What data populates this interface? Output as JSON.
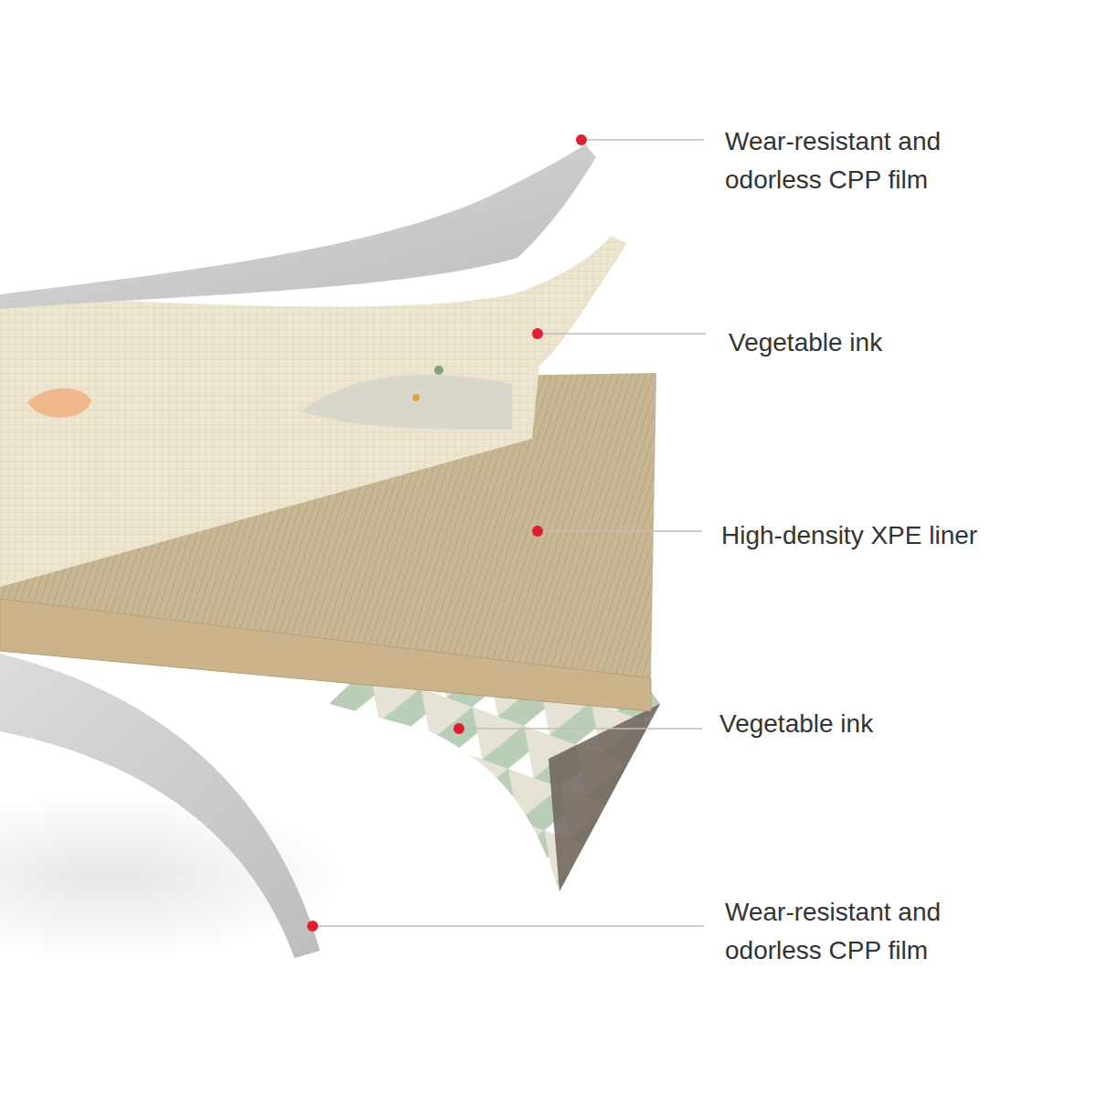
{
  "diagram": {
    "labels": [
      "Wear-resistant and odorless CPP film",
      "Vegetable ink",
      "High-density XPE liner",
      "Vegetable ink",
      "Wear-resistant and odorless CPP film"
    ]
  }
}
